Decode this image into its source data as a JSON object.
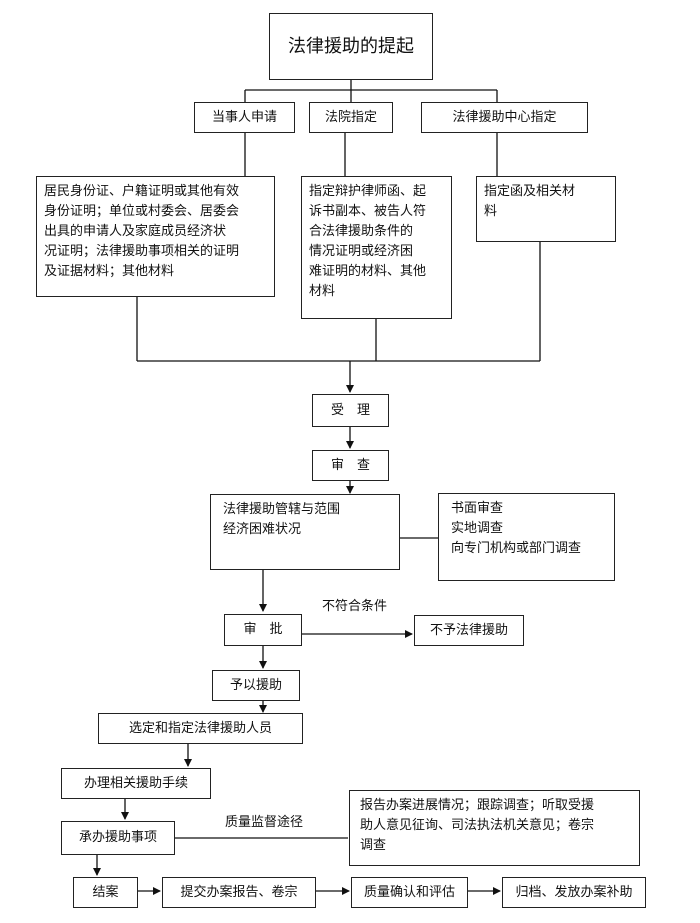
{
  "title": "法律援助的提起",
  "sources": {
    "party": "当事人申请",
    "court": "法院指定",
    "center": "法律援助中心指定"
  },
  "materials": {
    "party": [
      "居民身份证、户籍证明或其他有效",
      "身份证明；单位或村委会、居委会",
      "出具的申请人及家庭成员经济状",
      "况证明；法律援助事项相关的证明",
      "及证据材料；其他材料"
    ],
    "court": [
      "指定辩护律师函、起",
      "诉书副本、被告人符",
      "合法律援助条件的",
      "情况证明或经济困",
      "难证明的材料、其他",
      "材料"
    ],
    "center": [
      "指定函及相关材",
      "料"
    ]
  },
  "steps": {
    "accept": "受　理",
    "review": "审　查",
    "review_items": [
      "法律援助管辖与范围",
      "经济困难状况"
    ],
    "review_methods": [
      "书面审查",
      "实地调查",
      "向专门机构或部门调查"
    ],
    "approve": "审　批",
    "not_qualified_label": "不符合条件",
    "deny": "不予法律援助",
    "grant": "予以援助",
    "assign": "选定和指定法律援助人员",
    "procedures": "办理相关援助手续",
    "handle": "承办援助事项",
    "supervision_label": "质量监督途径",
    "supervision_methods": [
      "报告办案进展情况；跟踪调查；听取受援",
      "助人意见征询、司法执法机关意见；卷宗",
      "调查"
    ],
    "close": "结案",
    "submit": "提交办案报告、卷宗",
    "quality": "质量确认和评估",
    "archive": "归档、发放办案补助"
  }
}
